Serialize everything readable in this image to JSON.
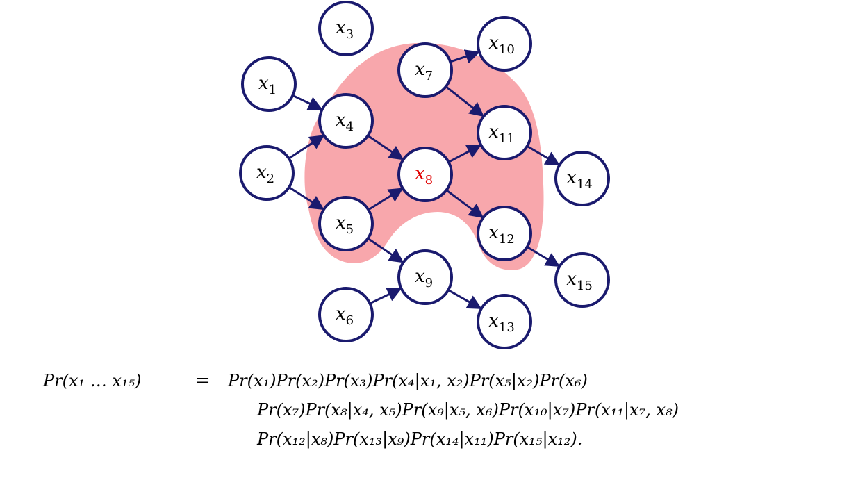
{
  "colors": {
    "node_stroke": "#1a1a6e",
    "edge": "#1a1a6e",
    "blob_fill": "#f8a7ac",
    "highlight_text": "#e00000",
    "node_fill": "#ffffff"
  },
  "nodes": [
    {
      "id": "x1",
      "var": "x",
      "sub": "1",
      "highlight": false
    },
    {
      "id": "x2",
      "var": "x",
      "sub": "2",
      "highlight": false
    },
    {
      "id": "x3",
      "var": "x",
      "sub": "3",
      "highlight": false
    },
    {
      "id": "x4",
      "var": "x",
      "sub": "4",
      "highlight": false
    },
    {
      "id": "x5",
      "var": "x",
      "sub": "5",
      "highlight": false
    },
    {
      "id": "x6",
      "var": "x",
      "sub": "6",
      "highlight": false
    },
    {
      "id": "x7",
      "var": "x",
      "sub": "7",
      "highlight": false
    },
    {
      "id": "x8",
      "var": "x",
      "sub": "8",
      "highlight": true
    },
    {
      "id": "x9",
      "var": "x",
      "sub": "9",
      "highlight": false
    },
    {
      "id": "x10",
      "var": "x",
      "sub": "10",
      "highlight": false
    },
    {
      "id": "x11",
      "var": "x",
      "sub": "11",
      "highlight": false
    },
    {
      "id": "x12",
      "var": "x",
      "sub": "12",
      "highlight": false
    },
    {
      "id": "x13",
      "var": "x",
      "sub": "13",
      "highlight": false
    },
    {
      "id": "x14",
      "var": "x",
      "sub": "14",
      "highlight": false
    },
    {
      "id": "x15",
      "var": "x",
      "sub": "15",
      "highlight": false
    }
  ],
  "edges": [
    [
      "x1",
      "x4"
    ],
    [
      "x2",
      "x4"
    ],
    [
      "x2",
      "x5"
    ],
    [
      "x4",
      "x8"
    ],
    [
      "x5",
      "x8"
    ],
    [
      "x5",
      "x9"
    ],
    [
      "x6",
      "x9"
    ],
    [
      "x7",
      "x10"
    ],
    [
      "x7",
      "x11"
    ],
    [
      "x8",
      "x11"
    ],
    [
      "x8",
      "x12"
    ],
    [
      "x9",
      "x13"
    ],
    [
      "x11",
      "x14"
    ],
    [
      "x12",
      "x15"
    ]
  ],
  "equation": {
    "lhs": "Pr(x₁ … x₁₅)",
    "equals": "=",
    "line1": "Pr(x₁)Pr(x₂)Pr(x₃)Pr(x₄|x₁, x₂)Pr(x₅|x₂)Pr(x₆)",
    "line2": "Pr(x₇)Pr(x₈|x₄, x₅)Pr(x₉|x₅, x₆)Pr(x₁₀|x₇)Pr(x₁₁|x₇, x₈)",
    "line3": "Pr(x₁₂|x₈)Pr(x₁₃|x₉)Pr(x₁₄|x₁₁)Pr(x₁₅|x₁₂)."
  }
}
